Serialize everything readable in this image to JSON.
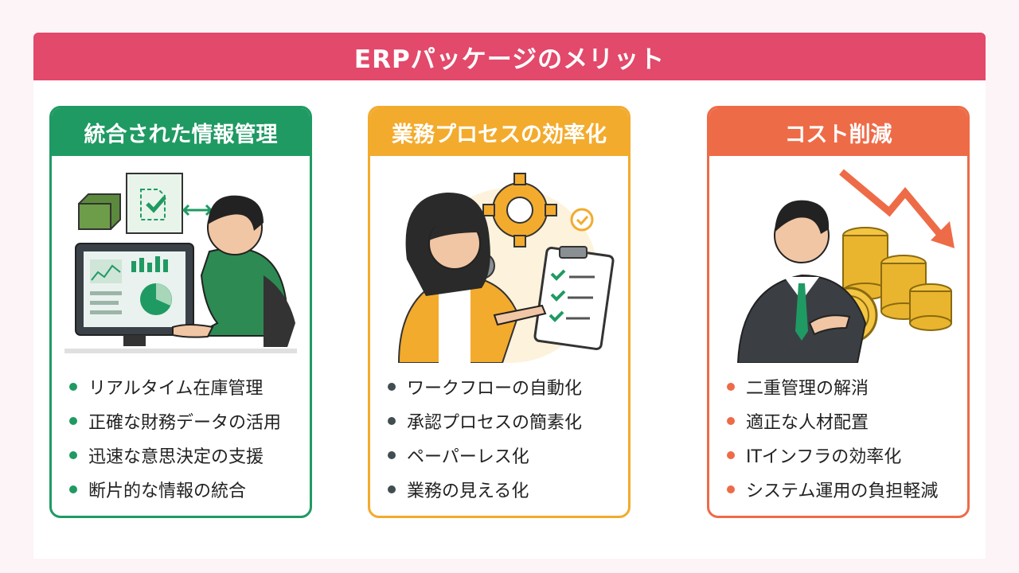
{
  "title": "ERPパッケージのメリット",
  "colors": {
    "banner": "#e2496a",
    "green": "#1f9a63",
    "yellow": "#f3ab2d",
    "orange": "#ee6b47",
    "dot_dark": "#424d52"
  },
  "cards": [
    {
      "heading": "統合された情報管理",
      "illustration_icon": "employee-at-computer-icon",
      "items": [
        "リアルタイム在庫管理",
        "正確な財務データの活用",
        "迅速な意思決定の支援",
        "断片的な情報の統合"
      ]
    },
    {
      "heading": "業務プロセスの効率化",
      "illustration_icon": "woman-with-checklist-icon",
      "items": [
        "ワークフローの自動化",
        "承認プロセスの簡素化",
        "ペーパーレス化",
        "業務の見える化"
      ]
    },
    {
      "heading": "コスト削減",
      "illustration_icon": "businessman-with-coins-icon",
      "items": [
        "二重管理の解消",
        "適正な人材配置",
        "ITインフラの効率化",
        "システム運用の負担軽減"
      ]
    }
  ]
}
